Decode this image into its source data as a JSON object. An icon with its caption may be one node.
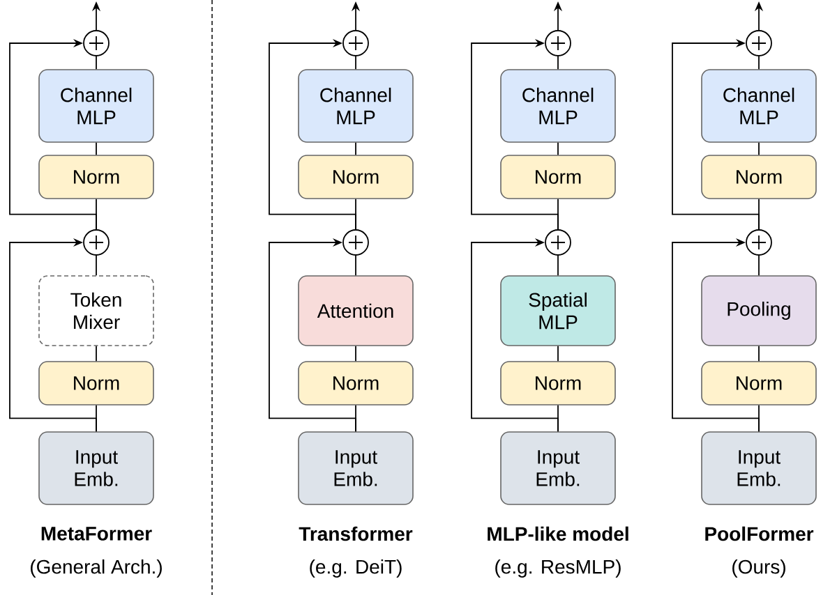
{
  "diagram": {
    "nodes": [
      {
        "text": [],
        "shape": "circle"
      },
      {
        "text": [
          "Channel MLP"
        ]
      },
      {
        "text": [
          "Norm"
        ]
      },
      {
        "text": [],
        "shape": "circle"
      },
      {
        "text": [
          "Token Mixer"
        ]
      },
      {
        "text": [
          "Norm"
        ]
      },
      {
        "text": [
          "Input Emb."
        ]
      },
      {
        "text": [],
        "shape": "circle"
      },
      {
        "text": [
          "Channel MLP"
        ]
      },
      {
        "text": [
          "Norm"
        ]
      },
      {
        "text": [],
        "shape": "circle"
      },
      {
        "text": [
          "Attention"
        ]
      },
      {
        "text": [
          "Norm"
        ]
      },
      {
        "text": [
          "Input Emb."
        ]
      },
      {
        "text": [],
        "shape": "circle"
      },
      {
        "text": [
          "Channel MLP"
        ]
      },
      {
        "text": [
          "Norm"
        ]
      },
      {
        "text": [],
        "shape": "circle"
      },
      {
        "text": [
          "Spatial MLP"
        ]
      },
      {
        "text": [
          "Norm"
        ]
      },
      {
        "text": [
          "Input Emb."
        ]
      },
      {
        "text": [],
        "shape": "circle"
      },
      {
        "text": [
          "Channel MLP"
        ]
      },
      {
        "text": [
          "Norm"
        ]
      },
      {
        "text": [],
        "shape": "circle"
      },
      {
        "text": [
          "Pooling"
        ]
      },
      {
        "text": [
          "Norm"
        ]
      },
      {
        "text": [
          "Input Emb."
        ]
      }
    ],
    "edges": [
      {
        "from": 6,
        "to": 5,
        "arrow": "none"
      },
      {
        "from": 5,
        "to": 4,
        "arrow": "none"
      },
      {
        "from": 4,
        "to": 3,
        "arrow": "none"
      },
      {
        "from": 3,
        "to": 2,
        "arrow": "none"
      },
      {
        "from": 2,
        "to": 1,
        "arrow": "none"
      },
      {
        "from": 1,
        "to": 0,
        "arrow": "none"
      },
      {
        "from": 6,
        "to": 3,
        "arrow": "to"
      },
      {
        "from": 3,
        "to": 0,
        "arrow": "to"
      },
      {
        "from": 0,
        "to": null,
        "arrow": "to"
      },
      {
        "from": 13,
        "to": 12,
        "arrow": "none"
      },
      {
        "from": 12,
        "to": 11,
        "arrow": "none"
      },
      {
        "from": 11,
        "to": 10,
        "arrow": "none"
      },
      {
        "from": 10,
        "to": 9,
        "arrow": "none"
      },
      {
        "from": 9,
        "to": 8,
        "arrow": "none"
      },
      {
        "from": 8,
        "to": 7,
        "arrow": "none"
      },
      {
        "from": 13,
        "to": 10,
        "arrow": "to"
      },
      {
        "from": 10,
        "to": 7,
        "arrow": "to"
      },
      {
        "from": 7,
        "to": null,
        "arrow": "to"
      },
      {
        "from": 20,
        "to": 19,
        "arrow": "none"
      },
      {
        "from": 19,
        "to": 18,
        "arrow": "none"
      },
      {
        "from": 18,
        "to": 17,
        "arrow": "none"
      },
      {
        "from": 17,
        "to": 16,
        "arrow": "none"
      },
      {
        "from": 16,
        "to": 15,
        "arrow": "none"
      },
      {
        "from": 15,
        "to": 14,
        "arrow": "none"
      },
      {
        "from": 20,
        "to": 17,
        "arrow": "to"
      },
      {
        "from": 17,
        "to": 14,
        "arrow": "to"
      },
      {
        "from": 14,
        "to": null,
        "arrow": "to"
      },
      {
        "from": 27,
        "to": 26,
        "arrow": "none"
      },
      {
        "from": 26,
        "to": 25,
        "arrow": "none"
      },
      {
        "from": 25,
        "to": 24,
        "arrow": "none"
      },
      {
        "from": 24,
        "to": 23,
        "arrow": "none"
      },
      {
        "from": 23,
        "to": 22,
        "arrow": "none"
      },
      {
        "from": 22,
        "to": 21,
        "arrow": "none"
      },
      {
        "from": 27,
        "to": 24,
        "arrow": "to"
      },
      {
        "from": 24,
        "to": 21,
        "arrow": "to"
      },
      {
        "from": 21,
        "to": null,
        "arrow": "to"
      }
    ],
    "labels": [
      "MetaFormer",
      "(General Arch.)",
      "Transformer",
      "(e.g. DeiT)",
      "MLP-like model",
      "(e.g. ResMLP)",
      "PoolFormer",
      "(Ours)"
    ]
  }
}
